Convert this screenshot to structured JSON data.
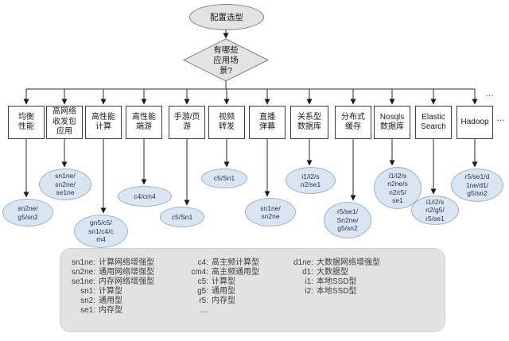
{
  "flow": {
    "start_label": "配置选型",
    "decision_label": "有哪些\n应用场\n景?",
    "more_top": "…",
    "more_side": "…",
    "branches": [
      {
        "scenario": "均衡\n性能",
        "instances": "sn2ne/\ng5/sn2"
      },
      {
        "scenario": "高网络\n收发包\n应用",
        "instances": "sn1ne/\nsn2ne/\nse1ne"
      },
      {
        "scenario": "高性能\n计算",
        "instances": "gn5/c5/\nsn1/c4/c\nm4"
      },
      {
        "scenario": "高性能\n端游",
        "instances": "c4/cm4"
      },
      {
        "scenario": "手游/页\n游",
        "instances": "c5/Sn1"
      },
      {
        "scenario": "视频\n转发",
        "instances": "c5/Sn1"
      },
      {
        "scenario": "直播\n弹幕",
        "instances": "sn1ne/\nsn2ne"
      },
      {
        "scenario": "关系型\n数据库",
        "instances": "i1/i2/s\nn2/se1"
      },
      {
        "scenario": "分布式\n缓存",
        "instances": "r5/se1/\nSn2ne/\ng5/sn2"
      },
      {
        "scenario": "Nosqls\n数据库",
        "instances": "i1/i2/s\nn2ne/s\nn2/r5/\nse1"
      },
      {
        "scenario": "Elastic\nSearch",
        "instances": "i1/i2/s\nn2/g5/\nr5/se1"
      },
      {
        "scenario": "Hadoop",
        "instances": "r5/se1/d\n1ne/d1/\ng5/sn2"
      }
    ]
  },
  "legend": {
    "columns": [
      {
        "rows": [
          {
            "code": "sn1ne:",
            "desc": "计算网络增强型"
          },
          {
            "code": "sn2ne:",
            "desc": "通用网络增强型"
          },
          {
            "code": "se1ne:",
            "desc": "内存网络增强型"
          },
          {
            "code": "sn1:",
            "desc": "计算型"
          },
          {
            "code": "sn2:",
            "desc": "通用型"
          },
          {
            "code": "se1:",
            "desc": "内存型"
          }
        ]
      },
      {
        "rows": [
          {
            "code": "c4:",
            "desc": "高主频计算型"
          },
          {
            "code": "cm4:",
            "desc": "高主频通用型"
          },
          {
            "code": "c5:",
            "desc": "计算型"
          },
          {
            "code": "g5:",
            "desc": "通用型"
          },
          {
            "code": "r5:",
            "desc": "内存型"
          },
          {
            "code": "…",
            "desc": ""
          }
        ]
      },
      {
        "rows": [
          {
            "code": "d1ne:",
            "desc": "大数据网络增强型"
          },
          {
            "code": "d1:",
            "desc": "大数据型"
          },
          {
            "code": "i1:",
            "desc": "本地SSD型"
          },
          {
            "code": "i2:",
            "desc": "本地SSD型"
          }
        ]
      }
    ]
  },
  "colors": {
    "shape_gray_fill": "#e3e3e3",
    "shape_gray_border": "#7f7f7f",
    "box_fill": "#ffffff",
    "box_border": "#3d3d3d",
    "instance_fill": "#dbe5f1",
    "instance_border": "#9ab3cc",
    "legend_fill": "#e2e2e2",
    "line_color": "#2b2b2b"
  }
}
